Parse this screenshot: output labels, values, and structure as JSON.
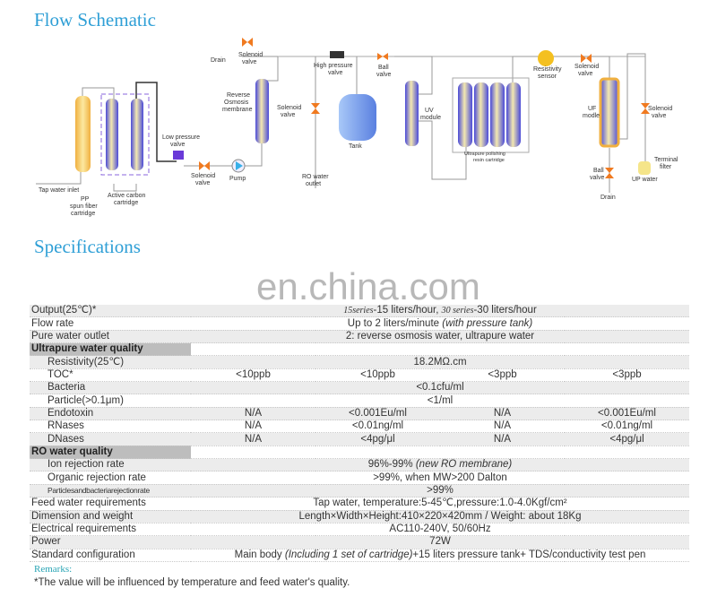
{
  "headings": {
    "flow": "Flow Schematic",
    "spec": "Specifications"
  },
  "watermark": "en.china.com",
  "diagram": {
    "drain1": "Drain",
    "sol1a": "Solenoid",
    "sol1b": "valve",
    "hp1": "High pressure",
    "hp2": "valve",
    "ball1a": "Ball",
    "ball1b": "valve",
    "ro1": "Reverse",
    "ro2": "Osmosis",
    "ro3": "membrane",
    "sol2a": "Solenoid",
    "sol2b": "valve",
    "tank": "Tank",
    "uv1": "UV",
    "uv2": "module",
    "res1": "Resistivity",
    "res2": "sensor",
    "sol3a": "Solenoid",
    "sol3b": "valve",
    "uf1": "UF",
    "uf2": "modle",
    "sol4a": "Solenoid",
    "sol4b": "valve",
    "lp1": "Low pressure",
    "lp2": "valve",
    "sol5a": "Solenoid",
    "sol5b": "valve",
    "pump": "Pump",
    "row1": "RO water",
    "row2": "outlet",
    "tap": "Tap water inlet",
    "pp1": "PP",
    "pp2": "spun fiber",
    "pp3": "cartridge",
    "ac1": "Active carbon",
    "ac2": "cartridge",
    "resin1": "Ultrapure polishing",
    "resin2": "resin cartridge",
    "tf1": "Terminal",
    "tf2": "filter",
    "up": "UP water",
    "ball2a": "Ball",
    "ball2b": "valve",
    "drain2": "Drain"
  },
  "table": {
    "output": {
      "label": "Output(25℃)*",
      "s15": "15series",
      "v15": "-15 liters/hour, ",
      "s30": "30 series",
      "v30": "-30 liters/hour"
    },
    "flow": {
      "label": "Flow rate",
      "value": "Up to 2 liters/minute ",
      "note": "(with pressure tank)"
    },
    "outlet": {
      "label": "Pure water outlet",
      "value": "2: reverse osmosis water, ultrapure water"
    },
    "upw": {
      "label": "Ultrapure water quality"
    },
    "resistivity": {
      "label": "Resistivity(25℃)",
      "value": "18.2MΩ.cm"
    },
    "toc": {
      "label": "TOC*",
      "values": [
        "<10ppb",
        "<10ppb",
        "<3ppb",
        "<3ppb"
      ]
    },
    "bacteria": {
      "label": "Bacteria",
      "value": "<0.1cfu/ml"
    },
    "particle": {
      "label": "Particle(>0.1μm)",
      "value": "<1/ml"
    },
    "endotoxin": {
      "label": "Endotoxin",
      "values": [
        "N/A",
        "<0.001Eu/ml",
        "N/A",
        "<0.001Eu/ml"
      ]
    },
    "rnases": {
      "label": "RNases",
      "values": [
        "N/A",
        "<0.01ng/ml",
        "N/A",
        "<0.01ng/ml"
      ]
    },
    "dnases": {
      "label": "DNases",
      "values": [
        "N/A",
        "<4pg/μl",
        "N/A",
        "<4pg/μl"
      ]
    },
    "ro": {
      "label": "RO water quality"
    },
    "ion": {
      "label": "Ion rejection rate",
      "value": "96%-99% ",
      "note": "(new RO membrane)"
    },
    "organic": {
      "label": "Organic rejection rate",
      "value": ">99%, when MW>200 Dalton"
    },
    "particles": {
      "label": "Particlesandbacteriarejectionrate",
      "value": ">99%"
    },
    "feed": {
      "label": "Feed water requirements",
      "value": "Tap water, temperature:5-45℃,pressure:1.0-4.0Kgf/cm²"
    },
    "dimension": {
      "label": "Dimension and weight",
      "value": "Length×Width×Height:410×220×420mm / Weight: about 18Kg"
    },
    "electrical": {
      "label": "Electrical requirements",
      "value": "AC110-240V, 50/60Hz"
    },
    "power": {
      "label": "Power",
      "value": "72W"
    },
    "config": {
      "label": "Standard configuration",
      "pre": "Main body ",
      "note": "(Including 1 set of cartridge)",
      "post": "+15 liters pressure tank+ TDS/conductivity test pen"
    }
  },
  "remarks": {
    "title": "Remarks:",
    "note": "*The value will be influenced by temperature and feed water's quality."
  }
}
